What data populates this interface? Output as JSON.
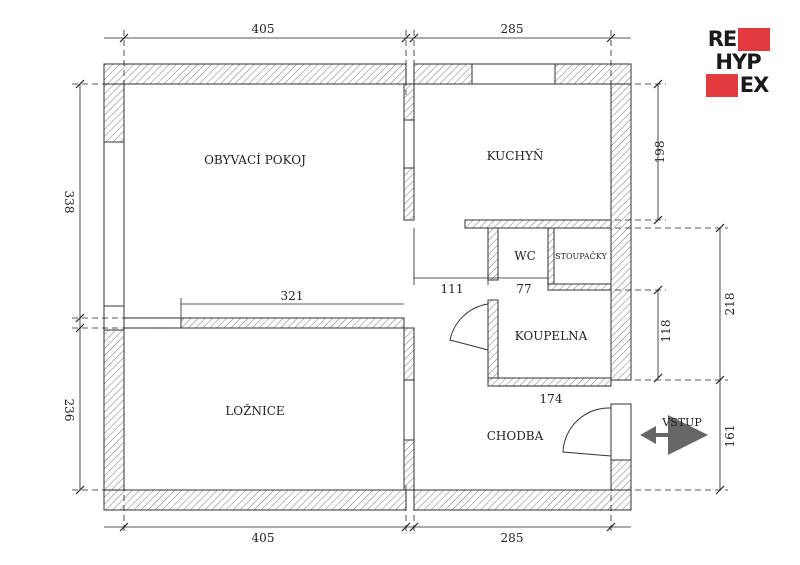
{
  "rooms": {
    "living": "OBYVACÍ POKOJ",
    "kitchen": "KUCHYŇ",
    "wc": "WC",
    "stoupacky": "STOUPAČKY",
    "bathroom": "KOUPELNA",
    "bedroom": "LOŽNICE",
    "hall": "CHODBA"
  },
  "entrance": {
    "label": "VSTUP"
  },
  "dimensions": {
    "top_left": "405",
    "top_right": "285",
    "bottom_left": "405",
    "bottom_right": "285",
    "left_upper": "338",
    "left_lower": "236",
    "right_kitchen": "198",
    "right_service": "218",
    "right_bath": "118",
    "right_hall": "161",
    "inner_partition": "321",
    "inner_111": "111",
    "inner_77": "77",
    "inner_174": "174"
  },
  "logo": {
    "c1": "RE",
    "c2": "",
    "c3": "HYP",
    "c4": "",
    "c5": "",
    "c6": "EX"
  },
  "colors": {
    "wall_line": "#333333",
    "hatch": "#555555",
    "dim_line": "#222222",
    "logo_red": "#e23a3f",
    "logo_text": "#1a1a1a"
  }
}
